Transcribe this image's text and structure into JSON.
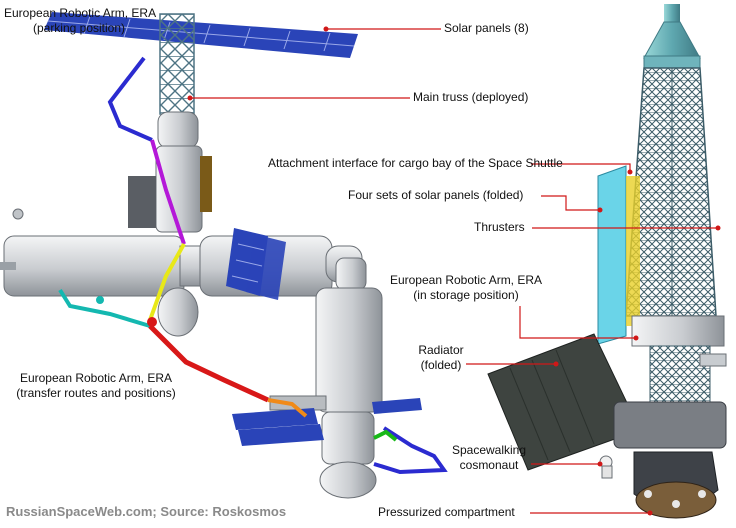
{
  "labels": {
    "era_parking": [
      "European Robotic Arm, ERA",
      "(parking position)"
    ],
    "solar_panels": "Solar panels (8)",
    "main_truss": "Main truss (deployed)",
    "attachment": "Attachment interface for cargo bay of the Space Shuttle",
    "four_sets": "Four sets of solar panels (folded)",
    "thrusters": "Thrusters",
    "era_storage": [
      "European Robotic Arm, ERA",
      "(in storage position)"
    ],
    "radiator": [
      "Radiator",
      "(folded)"
    ],
    "era_transfer": [
      "European Robotic Arm, ERA",
      "(transfer routes and positions)"
    ],
    "spacewalking": [
      "Spacewalking",
      "cosmonaut"
    ],
    "pressurized": "Pressurized compartment"
  },
  "credit": "RussianSpaceWeb.com; Source: Roskosmos",
  "colors": {
    "leader": "#d01818",
    "solar_panel": "#2a44b8",
    "truss": "#7a9aa8",
    "module": "#d8dadc",
    "arm_segments": [
      "#2b2bd0",
      "#b418d8",
      "#e8e818",
      "#14b8b0",
      "#d81818",
      "#f08a18",
      "#18b818"
    ]
  }
}
